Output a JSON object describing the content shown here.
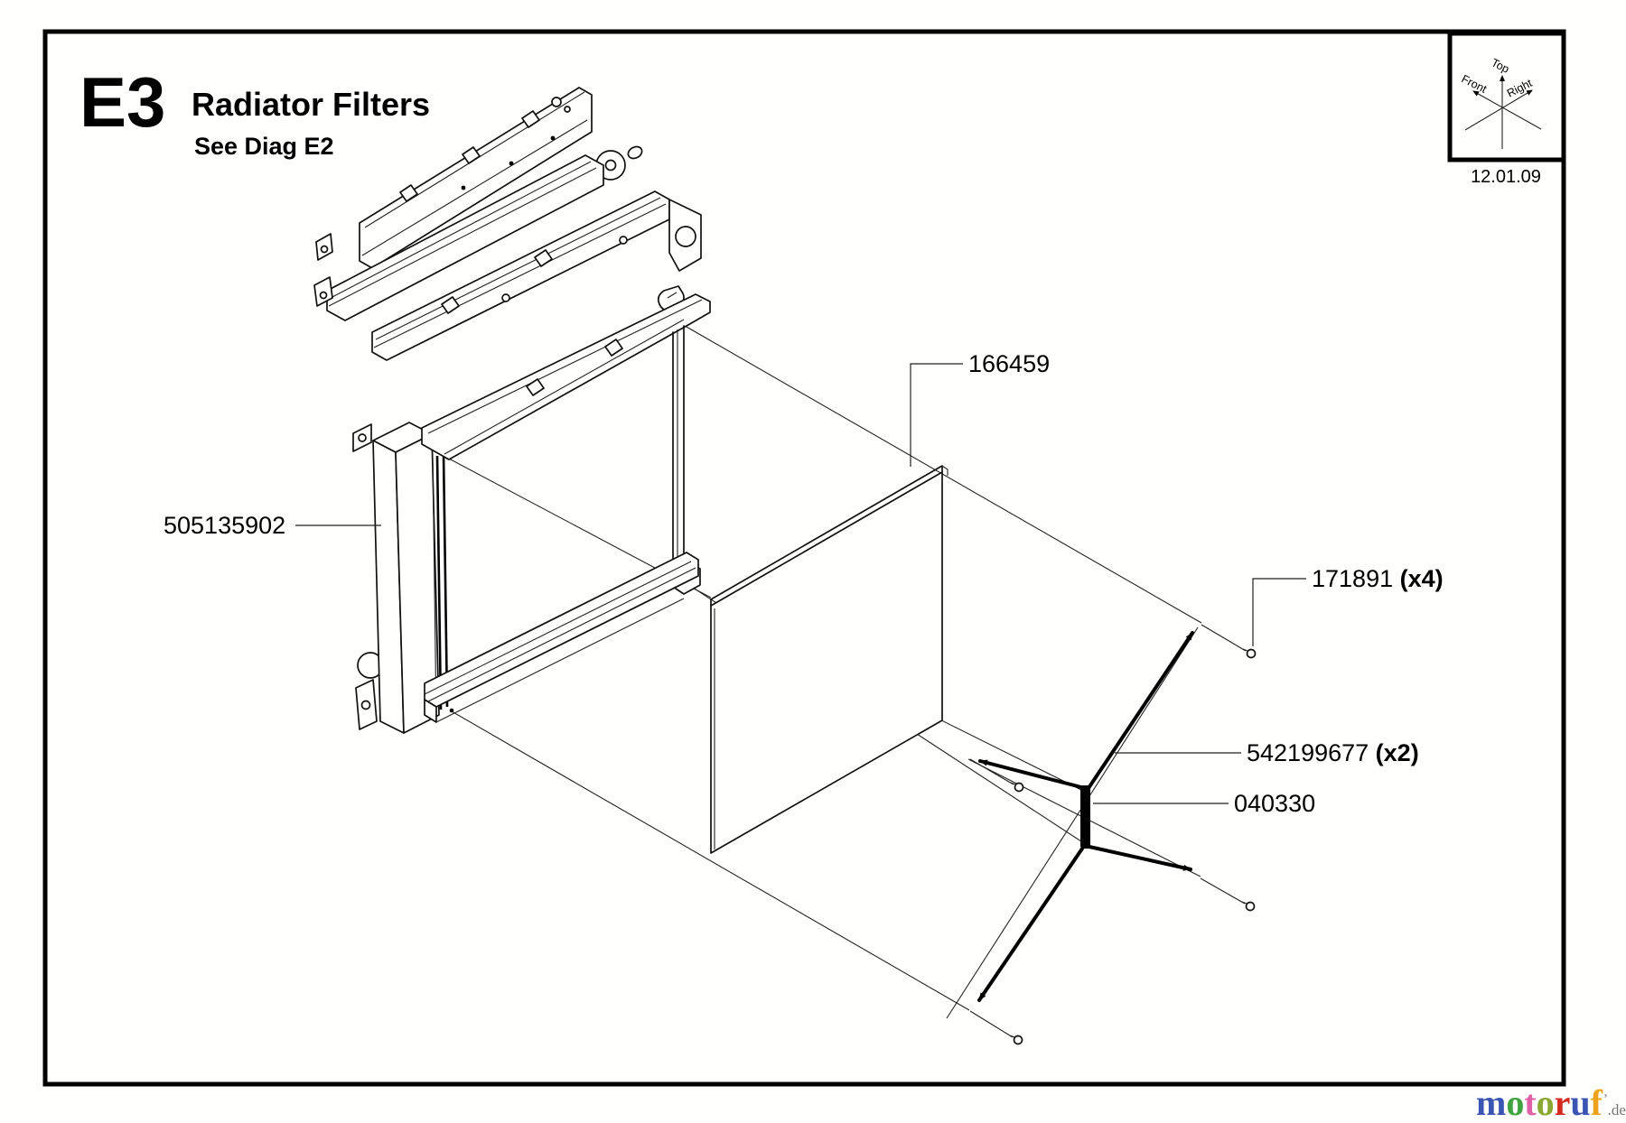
{
  "page": {
    "background": "#fffffe",
    "line_color": "#111111",
    "border_color": "#000000"
  },
  "header": {
    "code": "E3",
    "title": "Radiator Filters",
    "subtitle": "See Diag E2"
  },
  "orientation_cube": {
    "top": "Top",
    "front": "Front",
    "right": "Right"
  },
  "date": "12.01.09",
  "parts": [
    {
      "number": "166459",
      "qty": ""
    },
    {
      "number": "505135902",
      "qty": ""
    },
    {
      "number": "171891",
      "qty": "(x4)"
    },
    {
      "number": "542199677",
      "qty": "(x2)"
    },
    {
      "number": "040330",
      "qty": ""
    }
  ],
  "watermark": {
    "word_letters": [
      {
        "ch": "m",
        "color": "#3a55b4"
      },
      {
        "ch": "o",
        "color": "#3fa43f"
      },
      {
        "ch": "t",
        "color": "#e060a8"
      },
      {
        "ch": "o",
        "color": "#8aa832"
      },
      {
        "ch": "r",
        "color": "#d42a20"
      },
      {
        "ch": "u",
        "color": "#3a55b4"
      },
      {
        "ch": "f",
        "color": "#eca31b"
      }
    ],
    "tick": "’",
    "suffix": ".de"
  }
}
